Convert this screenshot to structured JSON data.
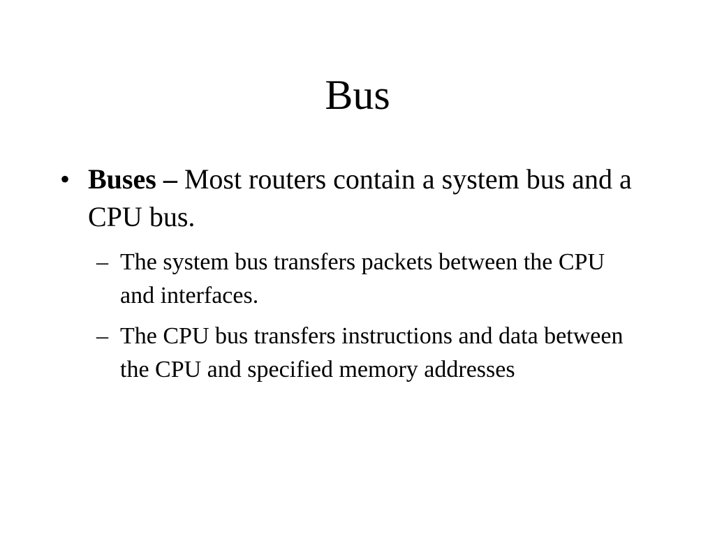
{
  "slide": {
    "title": "Bus",
    "bullets": [
      {
        "marker": "•",
        "lead": "Buses –",
        "text": " Most routers contain a system bus and a CPU bus.",
        "subbullets": [
          {
            "marker": "–",
            "text": "The system bus transfers packets between the CPU and interfaces."
          },
          {
            "marker": "–",
            "text": "The CPU bus transfers instructions and data between the CPU and specified memory addresses"
          }
        ]
      }
    ]
  }
}
